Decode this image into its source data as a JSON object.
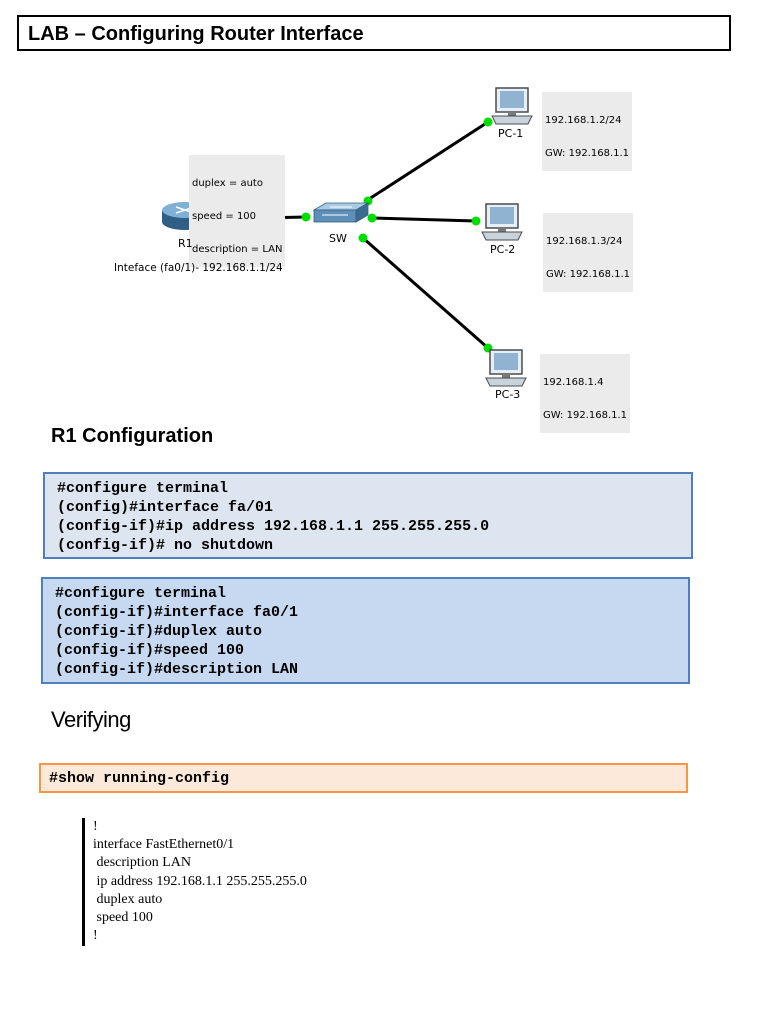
{
  "title": "LAB – Configuring Router Interface",
  "diagram": {
    "router": {
      "label": "R1",
      "interface_note": "Inteface (fa0/1)- 192.168.1.1/24"
    },
    "switch": {
      "label": "SW"
    },
    "interface_settings": [
      "duplex = auto",
      "speed = 100",
      "description = LAN"
    ],
    "pcs": [
      {
        "label": "PC-1",
        "ip": "192.168.1.2/24",
        "gw": "GW: 192.168.1.1"
      },
      {
        "label": "PC-2",
        "ip": "192.168.1.3/24",
        "gw": "GW: 192.168.1.1"
      },
      {
        "label": "PC-3",
        "ip": "192.168.1.4",
        "gw": "GW: 192.168.1.1"
      }
    ],
    "colors": {
      "link": "#000000",
      "link_light": "#00dd00",
      "router": "#5a8fb5",
      "switch": "#6ca0c8"
    }
  },
  "r1_config": {
    "heading": "R1 Configuration",
    "block1": [
      "#configure terminal",
      "(config)#interface fa/01",
      "(config-if)#ip address 192.168.1.1 255.255.255.0",
      "(config-if)# no shutdown"
    ],
    "block2": [
      "#configure terminal",
      "(config-if)#interface fa0/1",
      "(config-if)#duplex auto",
      "(config-if)#speed 100",
      "(config-if)#description LAN"
    ]
  },
  "verifying": {
    "heading": "Verifying",
    "command": "#show running-config",
    "output": [
      "!",
      "interface FastEthernet0/1",
      " description LAN",
      " ip address 192.168.1.1 255.255.255.0",
      " duplex auto",
      " speed 100",
      "!"
    ]
  }
}
